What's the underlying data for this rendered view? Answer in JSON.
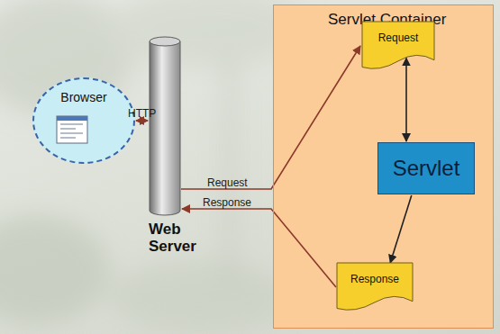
{
  "diagram": {
    "nodes": [
      {
        "text": [
          "Browser"
        ]
      },
      {
        "text": [
          "Web Server"
        ]
      },
      {
        "text": [
          "Servlet Container"
        ]
      },
      {
        "text": [
          "Request"
        ],
        "in": 2
      },
      {
        "text": [
          "Servlet"
        ],
        "in": 2
      },
      {
        "text": [
          "Response"
        ],
        "in": 2
      }
    ],
    "edges": [
      {
        "from": 0,
        "to": 1,
        "label": "HTTP",
        "arrow": "both"
      },
      {
        "from": 1,
        "to": 3,
        "label": "Request",
        "arrow": "to"
      },
      {
        "from": 5,
        "to": 1,
        "label": "Response",
        "arrow": "to"
      },
      {
        "from": 3,
        "to": 4,
        "arrow": "both"
      },
      {
        "from": 4,
        "to": 5,
        "arrow": "to"
      }
    ]
  }
}
